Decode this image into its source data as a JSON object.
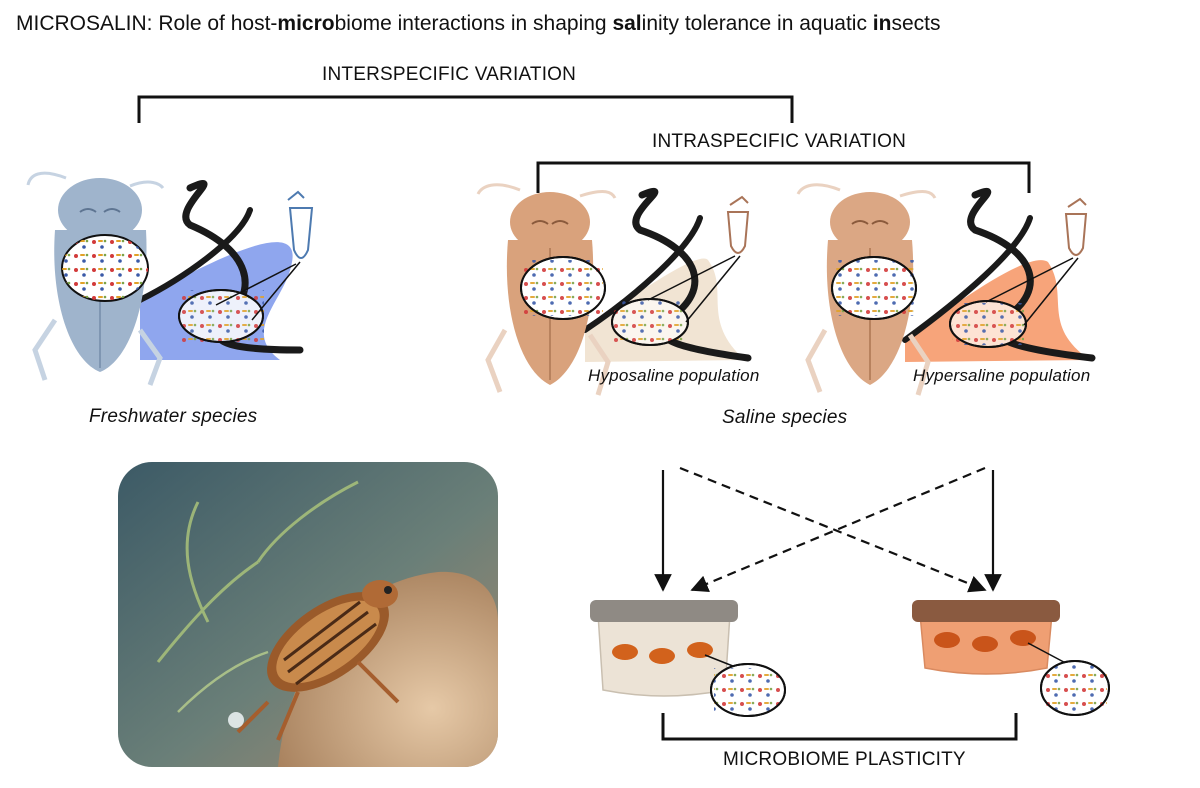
{
  "title": {
    "parts": [
      {
        "text": "MICROSALIN: Role of host-",
        "bold": false
      },
      {
        "text": "micro",
        "bold": true
      },
      {
        "text": "biome interactions in shaping ",
        "bold": false
      },
      {
        "text": "sal",
        "bold": true
      },
      {
        "text": "inity tolerance in aquatic ",
        "bold": false
      },
      {
        "text": "in",
        "bold": true
      },
      {
        "text": "sects",
        "bold": false
      }
    ]
  },
  "labels": {
    "interspecific": "INTERSPECIFIC VARIATION",
    "intraspecific": "INTRASPECIFIC VARIATION",
    "freshwater_species": "Freshwater species",
    "saline_species": "Saline species",
    "hyposaline_population": "Hyposaline population",
    "hypersaline_population": "Hypersaline population",
    "microbiome_plasticity": "MICROBIOME PLASTICITY"
  },
  "colors": {
    "freshwater_beetle": "#9fb4cc",
    "freshwater_water": "#8fa6ee",
    "saline_beetle": "#d9a27c",
    "hyposaline_water": "#f1e4d3",
    "hypersaline_water": "#f7a47a",
    "river_line": "#1a1a1a",
    "lid_left": "#8f8a84",
    "lid_right": "#8a5a40",
    "box_left": "#ece3d6",
    "box_right": "#ef9f73",
    "larva": "#d2621c"
  },
  "icons": [
    "beetle-icon",
    "river-icon",
    "tube-icon",
    "microbe-inset-icon",
    "rearing-box-icon",
    "larva-icon"
  ]
}
